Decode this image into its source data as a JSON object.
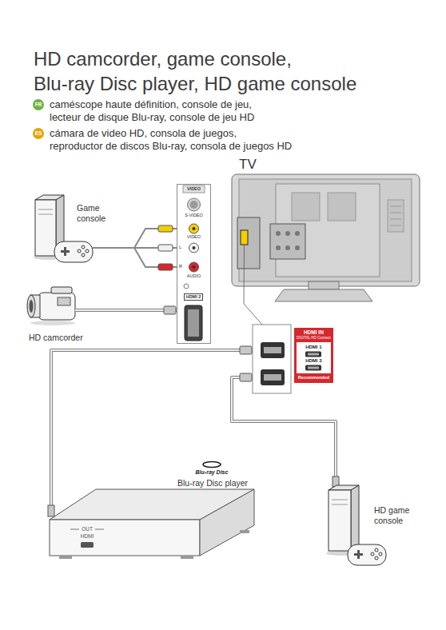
{
  "diagram": {
    "title": "HD camcorder, game console, Blu-ray Disc player, HD game console",
    "nodes": [
      {
        "text": [
          "FR"
        ]
      },
      {
        "text": [
          "ES"
        ]
      },
      {
        "text": [
          "TV"
        ]
      },
      {
        "text": [
          "Game console"
        ]
      },
      {
        "text": [
          "VIDEO",
          "S-VIDEO",
          "VIDEO",
          "L",
          "R",
          "AUDIO",
          "HDMI 2"
        ]
      },
      {
        "text": [
          "HD camcorder"
        ]
      },
      {
        "text": [
          "HDMI IN",
          "DIGITAL HD Connect",
          "HDMI 1",
          "HDMI 3",
          "Recommended"
        ]
      },
      {
        "text": [
          "Blu-ray Disc",
          "Blu-ray Disc player",
          "OUT",
          "HDMI"
        ]
      },
      {
        "text": [
          "HD game console"
        ]
      }
    ],
    "edges": [
      {
        "from": 3,
        "to": 4,
        "arrow": "none"
      },
      {
        "from": 5,
        "to": 4,
        "arrow": "none"
      },
      {
        "from": 2,
        "to": 6,
        "arrow": "none"
      },
      {
        "from": 7,
        "to": 6,
        "arrow": "none"
      },
      {
        "from": 8,
        "to": 6,
        "arrow": "none"
      }
    ],
    "labels": [
      "caméscope haute définition, console de jeu, lecteur de disque Blu-ray, console de jeu HD",
      "cámara de video HD, consola de juegos, reproductor de discos Blu-ray, consola de juegos HD"
    ]
  }
}
